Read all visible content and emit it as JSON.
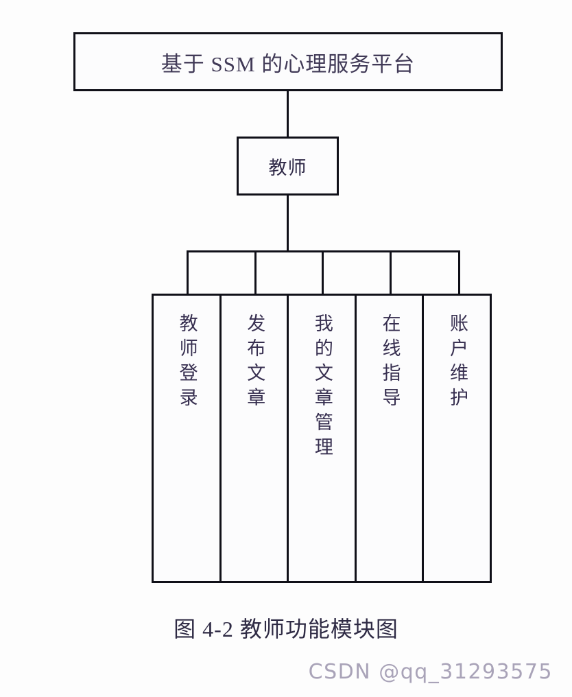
{
  "diagram": {
    "type": "hierarchy-tree",
    "root": {
      "label": "基于 SSM 的心理服务平台"
    },
    "actor": {
      "label": "教师"
    },
    "leaves": [
      {
        "label": "教师登录"
      },
      {
        "label": "发布文章"
      },
      {
        "label": "我的文章管理"
      },
      {
        "label": "在线指导"
      },
      {
        "label": "账户维护"
      }
    ]
  },
  "caption": {
    "text": "图 4-2  教师功能模块图"
  },
  "watermark": {
    "text": "CSDN @qq_31293575"
  },
  "colors": {
    "stroke": "#101018",
    "text": "#372f50",
    "background": "#fdfdfd",
    "watermark": "#a9a3b8"
  }
}
